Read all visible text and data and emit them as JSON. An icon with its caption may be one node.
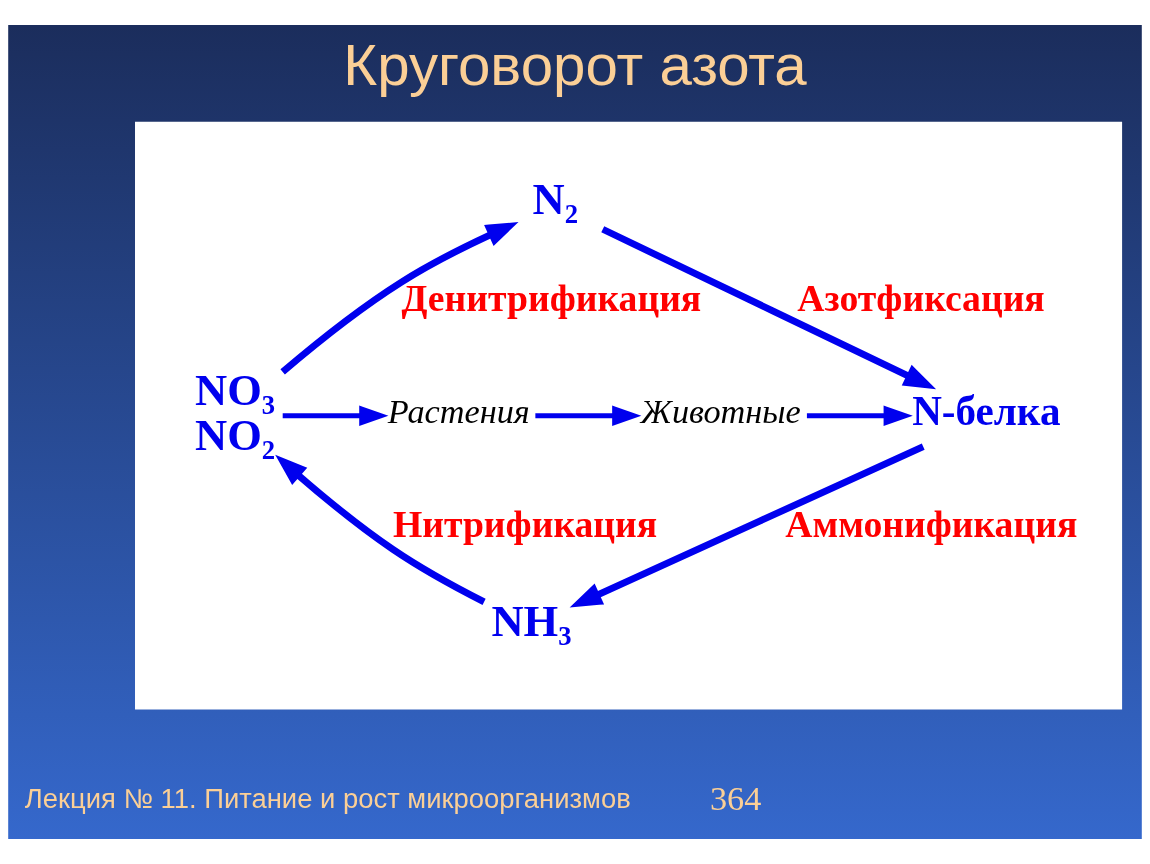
{
  "diagram": {
    "title": "Круговорот азота",
    "nodes": [
      {
        "text": [],
        "shape": "box"
      },
      {
        "text": [
          "N₂"
        ],
        "in": 0
      },
      {
        "text": [
          "NO₃",
          "NO₂"
        ],
        "in": 0
      },
      {
        "text": [
          "Растения"
        ],
        "in": 0
      },
      {
        "text": [
          "Животные"
        ],
        "in": 0
      },
      {
        "text": [
          "N-белка"
        ],
        "in": 0
      },
      {
        "text": [
          "NH₃"
        ],
        "in": 0
      }
    ],
    "edges": [
      {
        "from": 2,
        "to": 1,
        "arrow": "to",
        "label": "Денитрификация"
      },
      {
        "from": 1,
        "to": 5,
        "arrow": "to",
        "label": "Азотфиксация"
      },
      {
        "from": 2,
        "to": 3,
        "arrow": "to"
      },
      {
        "from": 3,
        "to": 4,
        "arrow": "to"
      },
      {
        "from": 4,
        "to": 5,
        "arrow": "to"
      },
      {
        "from": 5,
        "to": 6,
        "arrow": "to",
        "label": "Аммонификация"
      },
      {
        "from": 6,
        "to": 2,
        "arrow": "to",
        "label": "Нитрификация"
      }
    ],
    "labels": [
      "Лекция № 11. Питание и рост микроорганизмов",
      "364"
    ]
  }
}
